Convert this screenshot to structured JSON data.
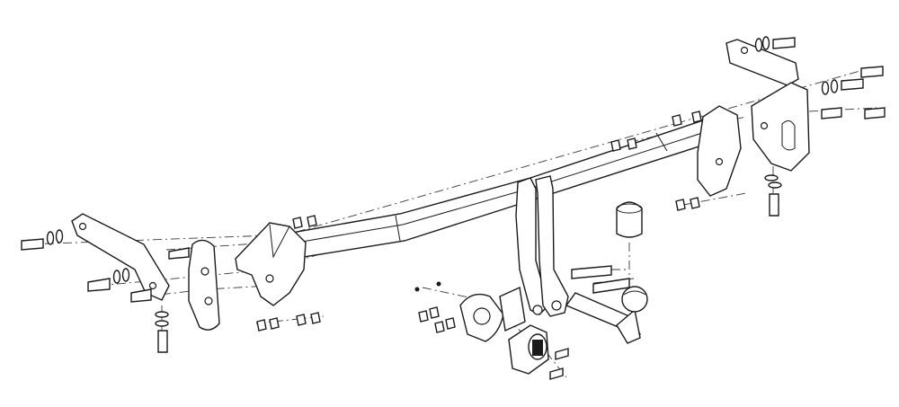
{
  "diagram": {
    "subject": "tow-bar-exploded-view",
    "colors": {
      "line": "#1a1a1a",
      "background": "#ffffff",
      "axis": "#3a3a3a"
    },
    "parts": [
      "left-mounting-bracket",
      "left-side-plate",
      "left-inner-bracket",
      "cross-beam",
      "center-mount-plate",
      "right-mounting-bracket",
      "right-side-plate",
      "tow-ball-neck",
      "tow-ball",
      "ball-cover-cap",
      "electrical-socket-plate",
      "electrical-socket",
      "bolts",
      "washers",
      "nuts"
    ]
  }
}
